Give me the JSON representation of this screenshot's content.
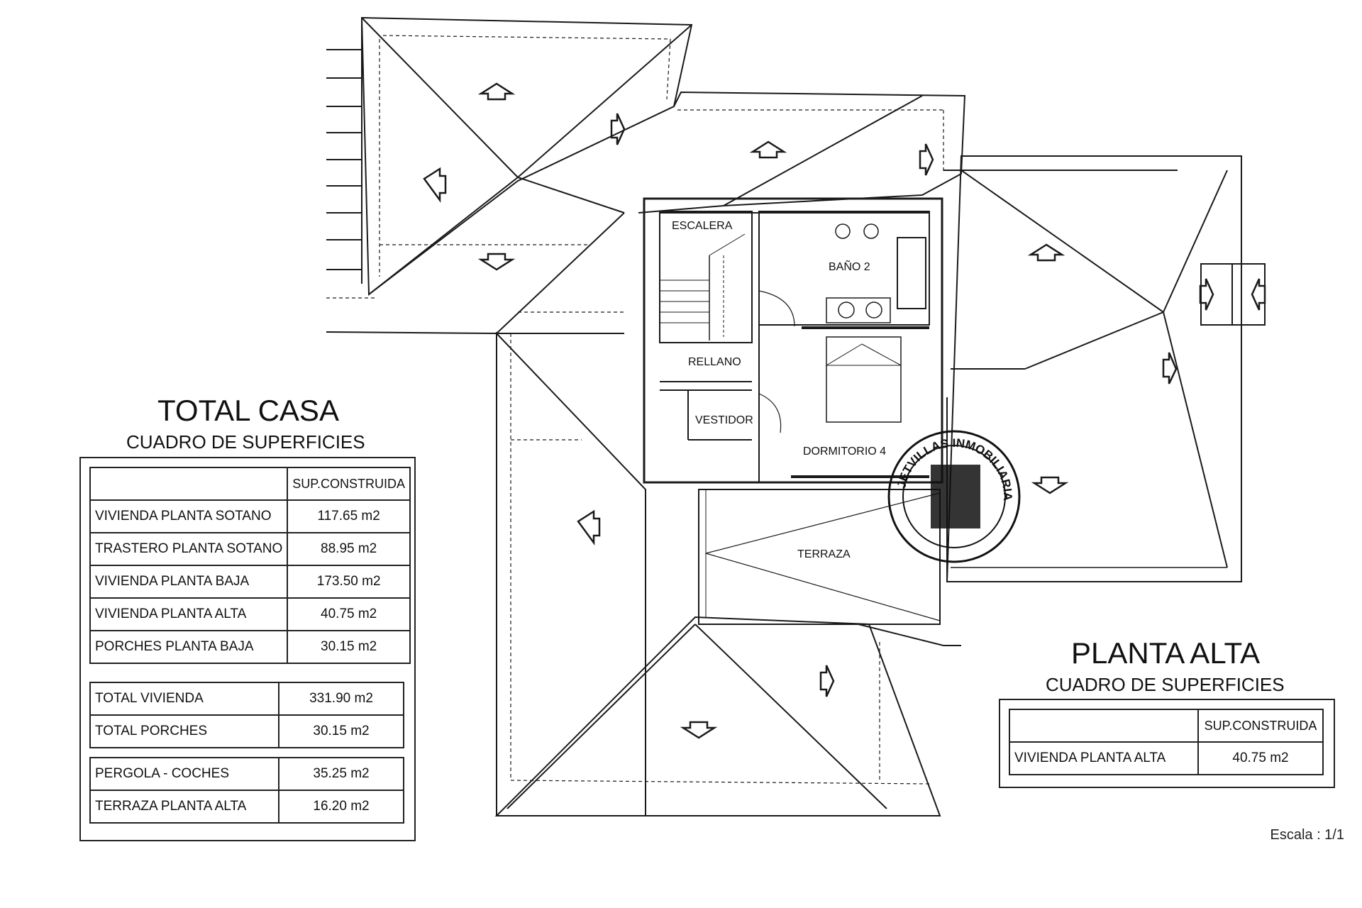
{
  "rooms": {
    "escalera": "ESCALERA",
    "bano2": "BAÑO 2",
    "rellano": "RELLANO",
    "vestidor": "VESTIDOR",
    "dormitorio4": "DORMITORIO 4",
    "terraza": "TERRAZA"
  },
  "stamp": {
    "text": "JETVILLAS INMOBILIARIA S.L."
  },
  "total_casa": {
    "title": "TOTAL CASA",
    "subtitle": "CUADRO DE SUPERFICIES",
    "column_header": "SUP.CONSTRUIDA",
    "group1": [
      {
        "label": "VIVIENDA PLANTA SOTANO",
        "value": "117.65  m2"
      },
      {
        "label": "TRASTERO PLANTA SOTANO",
        "value": "88.95  m2"
      },
      {
        "label": "VIVIENDA PLANTA BAJA",
        "value": "173.50  m2"
      },
      {
        "label": "VIVIENDA PLANTA ALTA",
        "value": "40.75  m2"
      },
      {
        "label": "PORCHES PLANTA BAJA",
        "value": "30.15  m2"
      }
    ],
    "group2": [
      {
        "label": "TOTAL VIVIENDA",
        "value": "331.90  m2"
      },
      {
        "label": "TOTAL PORCHES",
        "value": "30.15  m2"
      }
    ],
    "group3": [
      {
        "label": "PERGOLA - COCHES",
        "value": "35.25  m2"
      },
      {
        "label": "TERRAZA PLANTA ALTA",
        "value": "16.20  m2"
      }
    ]
  },
  "planta_alta": {
    "title": "PLANTA ALTA",
    "subtitle": "CUADRO DE SUPERFICIES",
    "column_header": "SUP.CONSTRUIDA",
    "rows": [
      {
        "label": "VIVIENDA PLANTA ALTA",
        "value": "40.75  m2"
      }
    ]
  },
  "scale": "Escala : 1/1"
}
